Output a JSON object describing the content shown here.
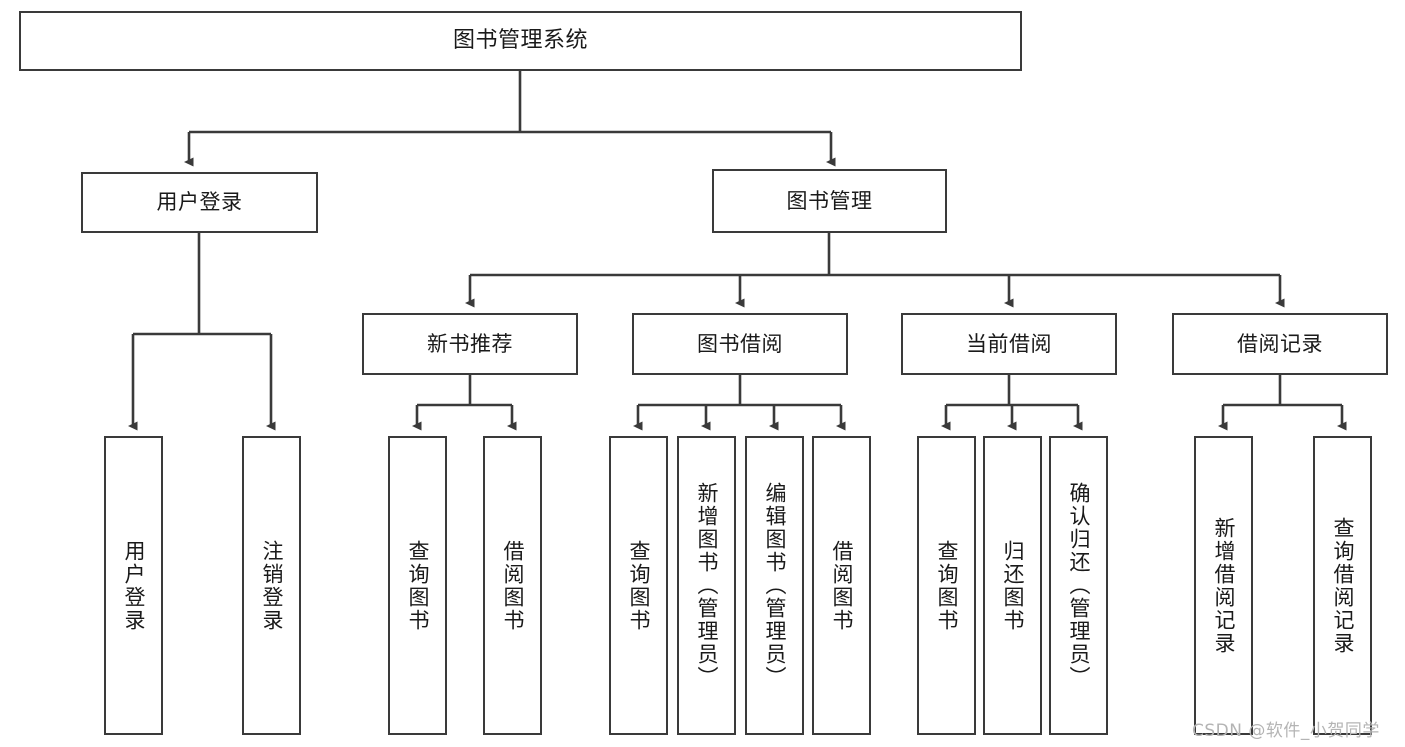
{
  "diagram": {
    "title": "图书管理系统",
    "type": "tree",
    "orientation": "top-down",
    "colors": {
      "background": "#ffffff",
      "node_border": "#3a3a3a",
      "node_fill": "#ffffff",
      "edge": "#3a3a3a",
      "text": "#1a1a1a",
      "watermark": "#b4b4b4"
    }
  },
  "nodes": {
    "root": {
      "label": "图书管理系统"
    },
    "level2": [
      {
        "id": "user-login",
        "label": "用户登录"
      },
      {
        "id": "book-management",
        "label": "图书管理"
      }
    ],
    "level3": [
      {
        "id": "new-book-recommend",
        "label": "新书推荐"
      },
      {
        "id": "book-borrow",
        "label": "图书借阅"
      },
      {
        "id": "current-borrow",
        "label": "当前借阅"
      },
      {
        "id": "borrow-record",
        "label": "借阅记录"
      }
    ],
    "leaves": {
      "user-login": [
        {
          "id": "leaf-user-login",
          "label": "用户登录"
        },
        {
          "id": "leaf-logout-login",
          "label": "注销登录"
        }
      ],
      "new-book-recommend": [
        {
          "id": "leaf-query-book-1",
          "label": "查询图书"
        },
        {
          "id": "leaf-borrow-book-1",
          "label": "借阅图书"
        }
      ],
      "book-borrow": [
        {
          "id": "leaf-query-book-2",
          "label": "查询图书"
        },
        {
          "id": "leaf-add-book",
          "label": "新增图书（管理员）"
        },
        {
          "id": "leaf-edit-book",
          "label": "编辑图书（管理员）"
        },
        {
          "id": "leaf-borrow-book-2",
          "label": "借阅图书"
        }
      ],
      "current-borrow": [
        {
          "id": "leaf-query-book-3",
          "label": "查询图书"
        },
        {
          "id": "leaf-return-book",
          "label": "归还图书"
        },
        {
          "id": "leaf-confirm-return",
          "label": "确认归还（管理员）"
        }
      ],
      "borrow-record": [
        {
          "id": "leaf-add-borrow-record",
          "label": "新增借阅记录"
        },
        {
          "id": "leaf-query-borrow-record",
          "label": "查询借阅记录"
        }
      ]
    }
  },
  "watermark": {
    "text": "CSDN @软件_小贺同学"
  }
}
